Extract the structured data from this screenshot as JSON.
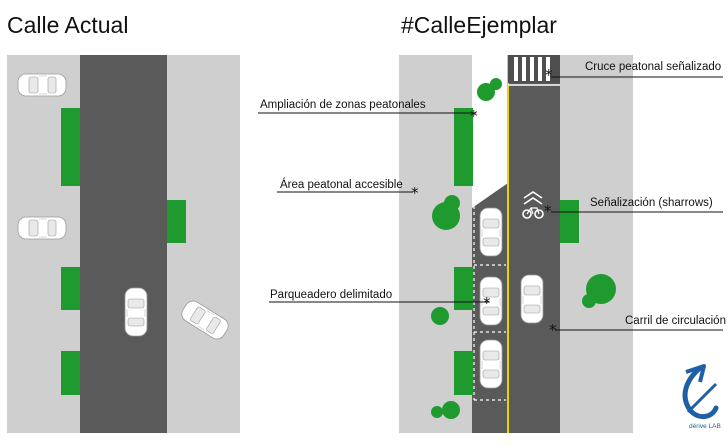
{
  "titles": {
    "left": "Calle Actual",
    "right": "#CalleEjemplar"
  },
  "annotations": {
    "crosswalk": "Cruce peatonal señalizado",
    "pedestrian_extension": "Ampliación de zonas peatonales",
    "accessible_area": "Área peatonal accesible",
    "sharrows": "Señalización (sharrows)",
    "parking": "Parqueadero delimitado",
    "lane": "Carril de circulación"
  },
  "marker": "*",
  "logo": {
    "text": "dérive LAB"
  },
  "colors": {
    "sidewalk": "#cfcfcf",
    "road": "#5a5a5a",
    "planter": "#1f9a2e",
    "yellow_line": "#e8d400",
    "logo_blue": "#1f5fa8"
  }
}
